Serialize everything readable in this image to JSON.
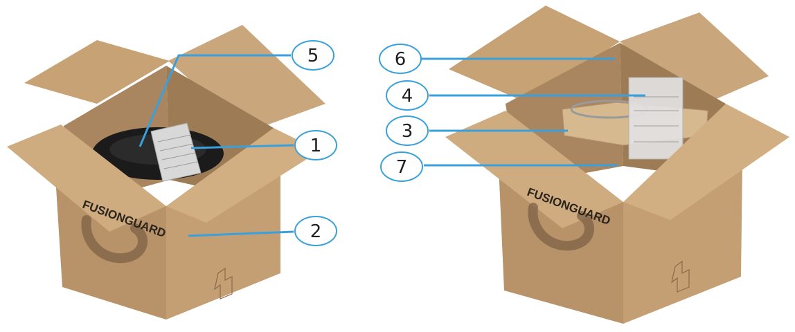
{
  "brand": {
    "name": "FUSIONGUARD"
  },
  "callouts": [
    {
      "id": "5",
      "label": "5"
    },
    {
      "id": "1",
      "label": "1"
    },
    {
      "id": "2",
      "label": "2"
    },
    {
      "id": "6",
      "label": "6"
    },
    {
      "id": "4",
      "label": "4"
    },
    {
      "id": "3",
      "label": "3"
    },
    {
      "id": "7",
      "label": "7"
    }
  ],
  "colors": {
    "leader": "#3aa0dc",
    "cardboard_light": "#c9a67c",
    "cardboard_mid": "#b8946a",
    "cardboard_dark": "#8e6e4c"
  }
}
